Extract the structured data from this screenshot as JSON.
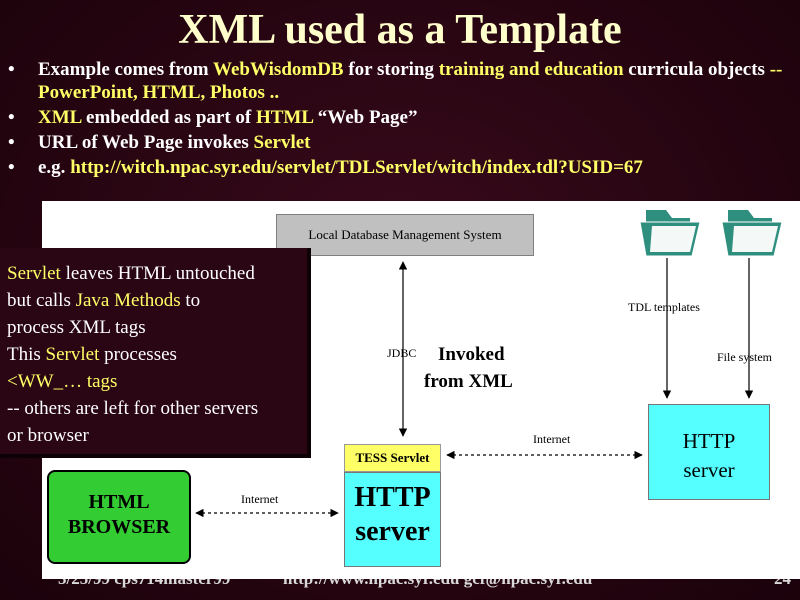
{
  "slide": {
    "title": "XML used as a Template",
    "bullets": [
      {
        "parts": [
          {
            "t": "Example comes from ",
            "hl": false
          },
          {
            "t": "WebWisdomDB",
            "hl": true
          },
          {
            "t": " for storing ",
            "hl": false
          },
          {
            "t": "training and education",
            "hl": true
          },
          {
            "t": " curricula objects ",
            "hl": false
          },
          {
            "t": "-- PowerPoint, HTML, Photos ..",
            "hl": true
          }
        ]
      },
      {
        "parts": [
          {
            "t": "XML",
            "hl": true
          },
          {
            "t": " embedded as part of ",
            "hl": false
          },
          {
            "t": "HTML",
            "hl": true
          },
          {
            "t": " “Web Page”",
            "hl": false
          }
        ]
      },
      {
        "parts": [
          {
            "t": "URL of Web Page invokes ",
            "hl": false
          },
          {
            "t": "Servlet",
            "hl": true
          }
        ]
      },
      {
        "parts": [
          {
            "t": "e.g. ",
            "hl": false
          },
          {
            "t": "http://witch.npac.syr.edu/servlet/TDLServlet/witch/index.tdl?USID=67",
            "hl": true
          }
        ]
      }
    ]
  },
  "diagram": {
    "db_label": "Local Database Management System",
    "tdl_templates": "TDL templates",
    "file_system": "File system",
    "jdbc": "JDBC",
    "invoked_line1": "Invoked",
    "invoked_line2": "from XML",
    "internet_right": "Internet",
    "internet_left": "Internet",
    "servlet_label": "TESS Servlet",
    "http_main_line1": "HTTP",
    "http_main_line2": "server",
    "http_right_line1": "HTTP",
    "http_right_line2": "server",
    "browser_line1": "HTML",
    "browser_line2": "BROWSER"
  },
  "callout": {
    "lines": [
      [
        {
          "t": "Servlet",
          "hl": true
        },
        {
          "t": " leaves HTML untouched",
          "hl": false
        }
      ],
      [
        {
          "t": "but calls ",
          "hl": false
        },
        {
          "t": "Java Methods",
          "hl": true
        },
        {
          "t": " to",
          "hl": false
        }
      ],
      [
        {
          "t": "process XML tags",
          "hl": false
        }
      ],
      [
        {
          "t": "This ",
          "hl": false
        },
        {
          "t": "Servlet",
          "hl": true
        },
        {
          "t": " processes",
          "hl": false
        }
      ],
      [
        {
          "t": "<WW_… tags",
          "hl": true
        }
      ],
      [
        {
          "t": "-- others are left for other servers",
          "hl": false
        }
      ],
      [
        {
          "t": "or browser",
          "hl": false
        }
      ]
    ]
  },
  "footer": {
    "date_course": "3/25/99 cps714master99",
    "url_email": "http://www.npac.syr.edu gcf@npac.syr.edu",
    "page": "24"
  },
  "colors": {
    "background": "#2a0614",
    "title": "#ffffcc",
    "highlight": "#ffff66",
    "servlet_box": "#ffff66",
    "http_box": "#55ffff",
    "browser_box": "#33cc33",
    "folder": "#2f8f7f"
  }
}
